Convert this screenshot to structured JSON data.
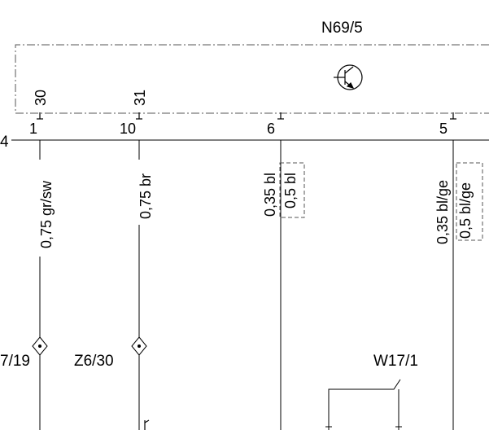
{
  "module": {
    "label": "N69/5",
    "symbol": "transistor-symbol"
  },
  "connector": {
    "label": "4"
  },
  "pins": [
    {
      "inner": "30",
      "outer": "1"
    },
    {
      "inner": "31",
      "outer": "10"
    },
    {
      "inner": "",
      "outer": "6"
    },
    {
      "inner": "",
      "outer": "5"
    }
  ],
  "wires": [
    {
      "main": "0,75 gr/sw",
      "alt": ""
    },
    {
      "main": "0,75 br",
      "alt": ""
    },
    {
      "main": "0,35 bl",
      "alt": "0,5 bl"
    },
    {
      "main": "0,35 bl/ge",
      "alt": "0,5 bl/ge"
    }
  ],
  "splices": [
    {
      "label": "7/19"
    },
    {
      "label": "Z6/30"
    }
  ],
  "ground": {
    "label": "W17/1"
  },
  "colors": {
    "line": "#000000",
    "dashed": "#555555",
    "background": "#ffffff"
  }
}
